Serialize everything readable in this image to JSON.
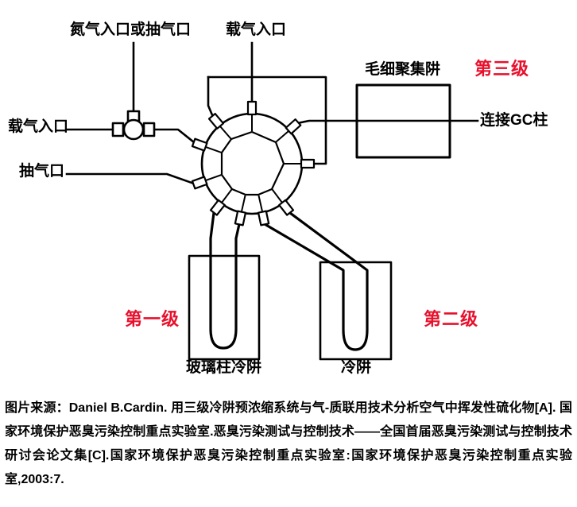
{
  "diagram": {
    "labels": {
      "nitrogen_inlet": "氮气入口或抽气口",
      "carrier_gas_inlet_top": "载气入口",
      "carrier_gas_inlet_left": "载气入口",
      "pump_port": "抽气口",
      "capillary_trap": "毛细聚集阱",
      "gc_column": "连接GC柱",
      "glass_column_cold_trap": "玻璃柱冷阱",
      "cold_trap": "冷阱"
    },
    "stages": {
      "stage1": "第一级",
      "stage2": "第二级",
      "stage3": "第三级"
    },
    "colors": {
      "stage_label": "#e8112d",
      "line": "#000000"
    }
  },
  "caption": {
    "text": "图片来源：Daniel B.Cardin. 用三级冷阱预浓缩系统与气-质联用技术分析空气中挥发性硫化物[A]. 国家环境保护恶臭污染控制重点实验室.恶臭污染测试与控制技术——全国首届恶臭污染测试与控制技术研讨会论文集[C].国家环境保护恶臭污染控制重点实验室:国家环境保护恶臭污染控制重点实验室,2003:7."
  }
}
